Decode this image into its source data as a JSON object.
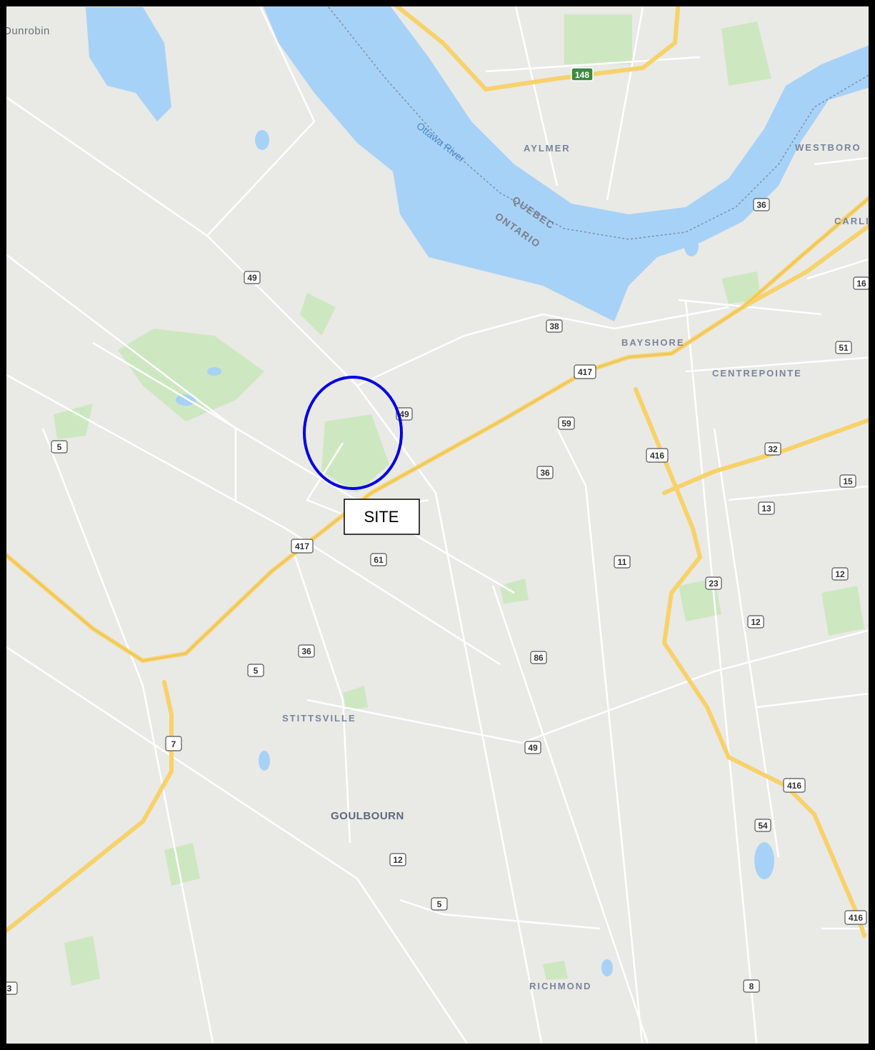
{
  "map": {
    "places": {
      "dunrobin": "Dunrobin",
      "aylmer": "AYLMER",
      "westboro": "WESTBORO",
      "carling": "CARLI",
      "bayshore": "BAYSHORE",
      "centrepointe": "CENTREPOINTE",
      "stittsville": "STITTSVILLE",
      "goulbourn": "GOULBOURN",
      "richmond": "RICHMOND"
    },
    "water_label": "Ottawa River",
    "border_labels": {
      "quebec": "QUEBEC",
      "ontario": "ONTARIO"
    },
    "site_label": "SITE",
    "shields": {
      "r148": "148",
      "r36_ne": "36",
      "r16_e": "16",
      "r51": "51",
      "r49_n": "49",
      "r38": "38",
      "r417_e": "417",
      "r49_mid": "49",
      "r59": "59",
      "r416_n": "416",
      "r32": "32",
      "r15": "15",
      "r5_w": "5",
      "r36_mid": "36",
      "r13": "13",
      "r417_w": "417",
      "r61": "61",
      "r11": "11",
      "r12_e": "12",
      "r23": "23",
      "r12_ce": "12",
      "r36_s": "36",
      "r5_s": "5",
      "r86": "86",
      "r7": "7",
      "r49_s": "49",
      "r416_s": "416",
      "r54": "54",
      "r12_s": "12",
      "r5_far": "5",
      "r416_se": "416",
      "r3": "3",
      "r8": "8"
    },
    "colors": {
      "land": "#e9e9e6",
      "park": "#cde8c0",
      "water": "#a7d2f7",
      "road": "#ffffff",
      "highway": "#f7d26a",
      "site_circle": "#0000e0",
      "frame": "#000000"
    }
  }
}
